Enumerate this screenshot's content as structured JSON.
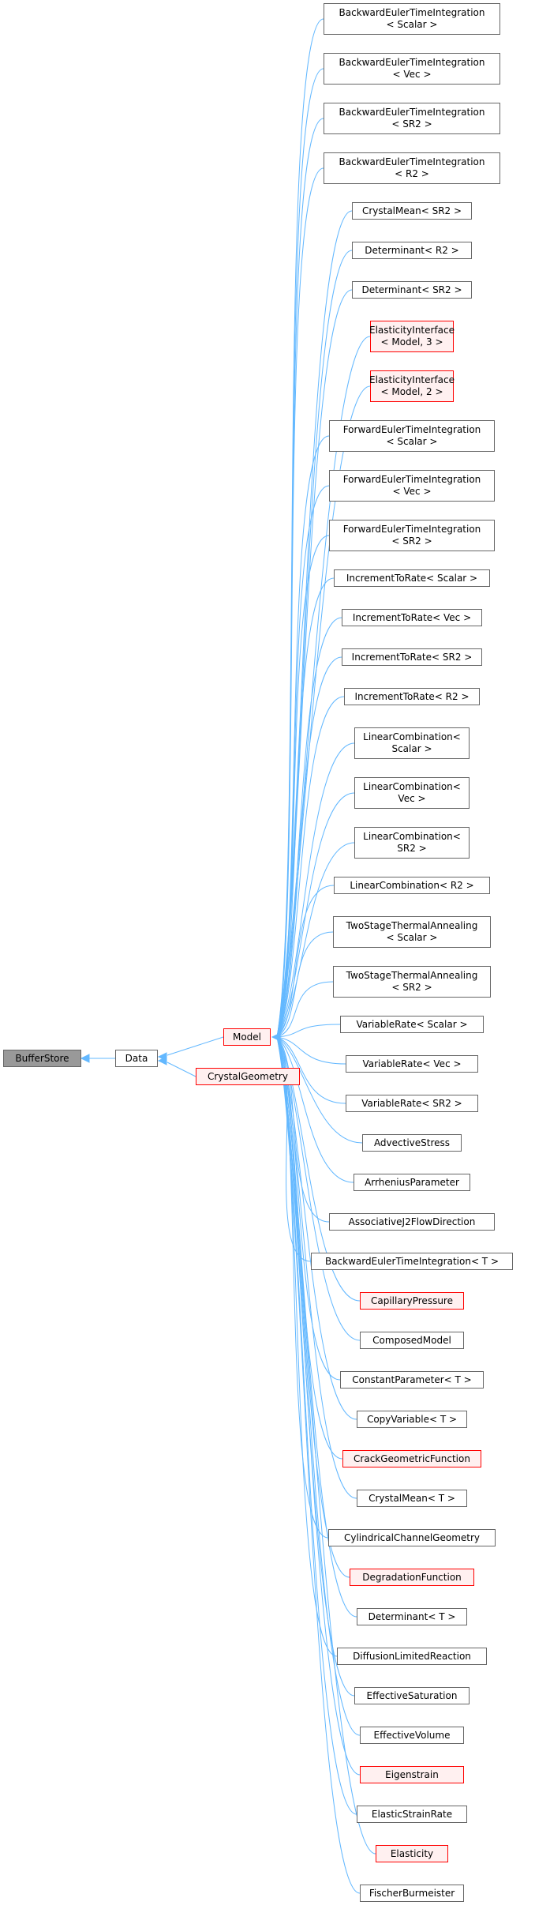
{
  "root": "BufferStore",
  "data_node": "Data",
  "model_node": "Model",
  "sibling_node": "CrystalGeometry",
  "colors": {
    "edge": "#63b8ff",
    "border": "#666666",
    "undocumented_border": "#ff0000",
    "undocumented_fill": "#fff0f0",
    "root_fill": "#999999"
  },
  "children": [
    {
      "lines": [
        "BackwardEulerTimeIntegration",
        "< Scalar >"
      ],
      "undocumented": false
    },
    {
      "lines": [
        "BackwardEulerTimeIntegration",
        "< Vec >"
      ],
      "undocumented": false
    },
    {
      "lines": [
        "BackwardEulerTimeIntegration",
        "< SR2 >"
      ],
      "undocumented": false
    },
    {
      "lines": [
        "BackwardEulerTimeIntegration",
        "< R2 >"
      ],
      "undocumented": false
    },
    {
      "lines": [
        "CrystalMean< SR2 >"
      ],
      "undocumented": false
    },
    {
      "lines": [
        "Determinant< R2 >"
      ],
      "undocumented": false
    },
    {
      "lines": [
        "Determinant< SR2 >"
      ],
      "undocumented": false
    },
    {
      "lines": [
        "ElasticityInterface",
        "< Model, 3 >"
      ],
      "undocumented": true
    },
    {
      "lines": [
        "ElasticityInterface",
        "< Model, 2 >"
      ],
      "undocumented": true
    },
    {
      "lines": [
        "ForwardEulerTimeIntegration",
        "< Scalar >"
      ],
      "undocumented": false
    },
    {
      "lines": [
        "ForwardEulerTimeIntegration",
        "< Vec >"
      ],
      "undocumented": false
    },
    {
      "lines": [
        "ForwardEulerTimeIntegration",
        "< SR2 >"
      ],
      "undocumented": false
    },
    {
      "lines": [
        "IncrementToRate< Scalar >"
      ],
      "undocumented": false
    },
    {
      "lines": [
        "IncrementToRate< Vec >"
      ],
      "undocumented": false
    },
    {
      "lines": [
        "IncrementToRate< SR2 >"
      ],
      "undocumented": false
    },
    {
      "lines": [
        "IncrementToRate< R2 >"
      ],
      "undocumented": false
    },
    {
      "lines": [
        "LinearCombination<",
        "Scalar >"
      ],
      "undocumented": false
    },
    {
      "lines": [
        "LinearCombination<",
        "Vec >"
      ],
      "undocumented": false
    },
    {
      "lines": [
        "LinearCombination<",
        "SR2 >"
      ],
      "undocumented": false
    },
    {
      "lines": [
        "LinearCombination< R2 >"
      ],
      "undocumented": false
    },
    {
      "lines": [
        "TwoStageThermalAnnealing",
        "< Scalar >"
      ],
      "undocumented": false
    },
    {
      "lines": [
        "TwoStageThermalAnnealing",
        "< SR2 >"
      ],
      "undocumented": false
    },
    {
      "lines": [
        "VariableRate< Scalar >"
      ],
      "undocumented": false
    },
    {
      "lines": [
        "VariableRate< Vec >"
      ],
      "undocumented": false
    },
    {
      "lines": [
        "VariableRate< SR2 >"
      ],
      "undocumented": false
    },
    {
      "lines": [
        "AdvectiveStress"
      ],
      "undocumented": false
    },
    {
      "lines": [
        "ArrheniusParameter"
      ],
      "undocumented": false
    },
    {
      "lines": [
        "AssociativeJ2FlowDirection"
      ],
      "undocumented": false
    },
    {
      "lines": [
        "BackwardEulerTimeIntegration< T >"
      ],
      "undocumented": false
    },
    {
      "lines": [
        "CapillaryPressure"
      ],
      "undocumented": true
    },
    {
      "lines": [
        "ComposedModel"
      ],
      "undocumented": false
    },
    {
      "lines": [
        "ConstantParameter< T >"
      ],
      "undocumented": false
    },
    {
      "lines": [
        "CopyVariable< T >"
      ],
      "undocumented": false
    },
    {
      "lines": [
        "CrackGeometricFunction"
      ],
      "undocumented": true
    },
    {
      "lines": [
        "CrystalMean< T >"
      ],
      "undocumented": false
    },
    {
      "lines": [
        "CylindricalChannelGeometry"
      ],
      "undocumented": false
    },
    {
      "lines": [
        "DegradationFunction"
      ],
      "undocumented": true
    },
    {
      "lines": [
        "Determinant< T >"
      ],
      "undocumented": false
    },
    {
      "lines": [
        "DiffusionLimitedReaction"
      ],
      "undocumented": false
    },
    {
      "lines": [
        "EffectiveSaturation"
      ],
      "undocumented": false
    },
    {
      "lines": [
        "EffectiveVolume"
      ],
      "undocumented": false
    },
    {
      "lines": [
        "Eigenstrain"
      ],
      "undocumented": true
    },
    {
      "lines": [
        "ElasticStrainRate"
      ],
      "undocumented": false
    },
    {
      "lines": [
        "Elasticity"
      ],
      "undocumented": true
    },
    {
      "lines": [
        "FischerBurmeister"
      ],
      "undocumented": false
    }
  ]
}
